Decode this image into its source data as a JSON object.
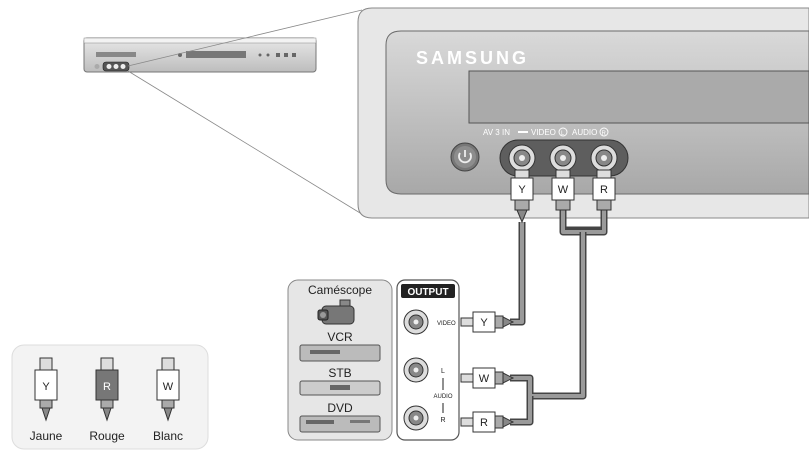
{
  "device": {
    "brand": "SAMSUNG",
    "input_label_left": "AV 3 IN",
    "input_label_video": "VIDEO",
    "input_label_audio": "AUDIO",
    "audio_left_mark": "L",
    "audio_right_mark": "R",
    "jack_video": "Y",
    "jack_left": "W",
    "jack_right": "R"
  },
  "sources": {
    "title": "Caméscope",
    "items": [
      "VCR",
      "STB",
      "DVD"
    ]
  },
  "output_panel": {
    "title": "OUTPUT",
    "video_label": "VIDEO",
    "audio_l": "L",
    "audio_label": "AUDIO",
    "audio_r": "R",
    "plug_video": "Y",
    "plug_left": "W",
    "plug_right": "R"
  },
  "legend": {
    "items": [
      {
        "letter": "Y",
        "name": "Jaune"
      },
      {
        "letter": "R",
        "name": "Rouge"
      },
      {
        "letter": "W",
        "name": "Blanc"
      }
    ]
  },
  "colors": {
    "panel": "#e6e6e6",
    "cable": "#8a8a8a",
    "dark": "#333333"
  }
}
